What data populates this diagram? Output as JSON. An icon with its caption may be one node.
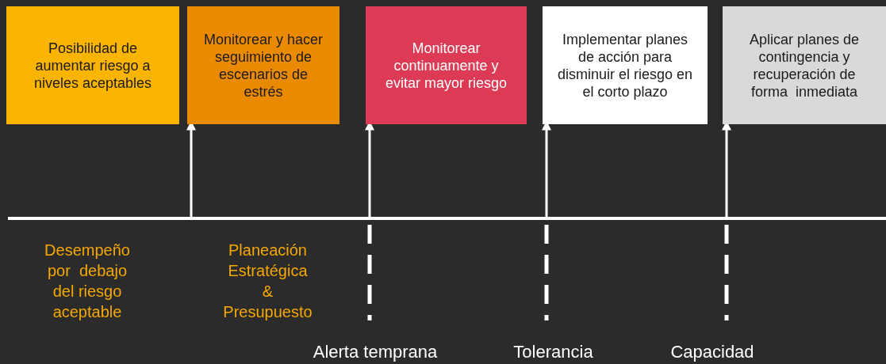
{
  "diagram": {
    "nodes": [
      {
        "text": [
          "Posibilidad de aumentar riesgo a niveles aceptables"
        ]
      },
      {
        "text": [
          "Monitorear y hacer seguimiento de escenarios de estrés"
        ]
      },
      {
        "text": [
          "Monitorear continuamente y evitar mayor riesgo"
        ]
      },
      {
        "text": [
          "Implementar planes de acción para disminuir el riesgo en el corto plazo"
        ]
      },
      {
        "text": [
          "Aplicar planes de contingencia y recuperación de forma  inmediata"
        ]
      }
    ],
    "edges": [
      {
        "from": null,
        "to": 1,
        "arrow": "to"
      },
      {
        "from": null,
        "to": 2,
        "arrow": "to"
      },
      {
        "from": null,
        "to": 3,
        "arrow": "to"
      },
      {
        "from": null,
        "to": 4,
        "arrow": "to"
      }
    ],
    "labels": [
      "Desempeño por  debajo del riesgo aceptable",
      "Planeación Estratégica & Presupuesto",
      "Alerta temprana",
      "Tolerancia",
      "Capacidad"
    ]
  }
}
